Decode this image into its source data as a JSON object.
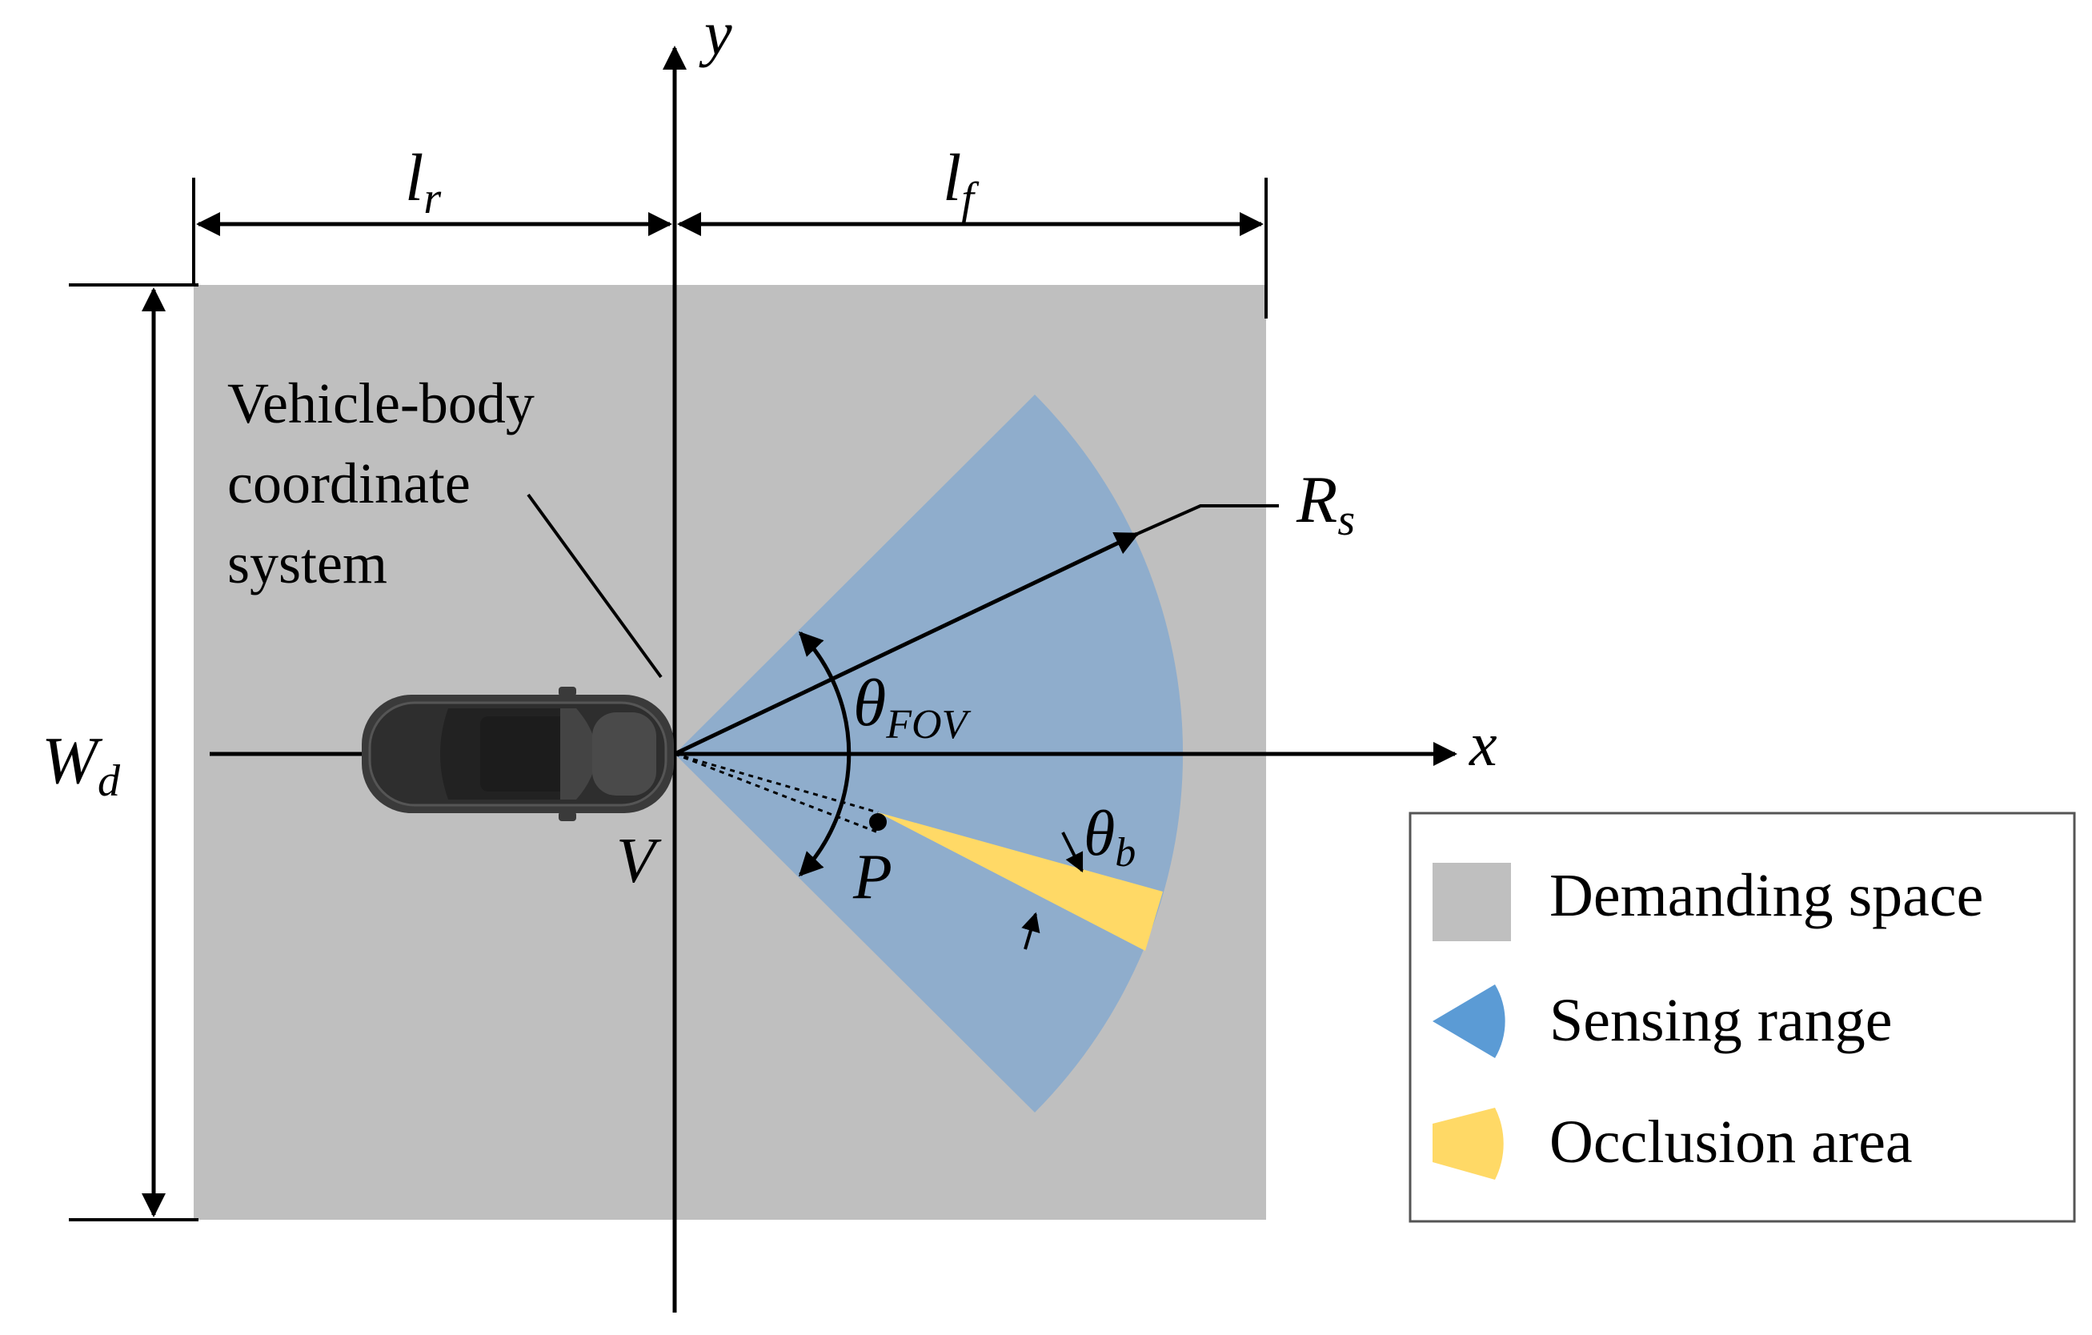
{
  "colors": {
    "demanding_space": "#bfbfbf",
    "sensing_range": "#8fadcc",
    "sensing_range_legend": "#5b9bd5",
    "occlusion_area": "#ffd966",
    "line": "#000000",
    "car_body": "#3a3a3a"
  },
  "labels": {
    "axis_y": "y",
    "axis_x": "x",
    "l_r": {
      "base": "l",
      "sub": "r"
    },
    "l_f": {
      "base": "l",
      "sub": "f"
    },
    "w_d": {
      "base": "W",
      "sub": "d"
    },
    "r_s": {
      "base": "R",
      "sub": "s"
    },
    "theta_fov": {
      "base": "θ",
      "sub": "FOV"
    },
    "theta_b": {
      "base": "θ",
      "sub": "b"
    },
    "origin_v": "V",
    "point_p": "P",
    "vehicle_note": [
      "Vehicle-body",
      "coordinate",
      "system"
    ]
  },
  "legend": {
    "items": [
      {
        "label": "Demanding space",
        "swatch": "square"
      },
      {
        "label": "Sensing range",
        "swatch": "sector-blue"
      },
      {
        "label": "Occlusion area",
        "swatch": "sector-yellow"
      }
    ]
  },
  "icons": {
    "vehicle": "car-top-view-icon",
    "point": "point-marker-icon"
  }
}
